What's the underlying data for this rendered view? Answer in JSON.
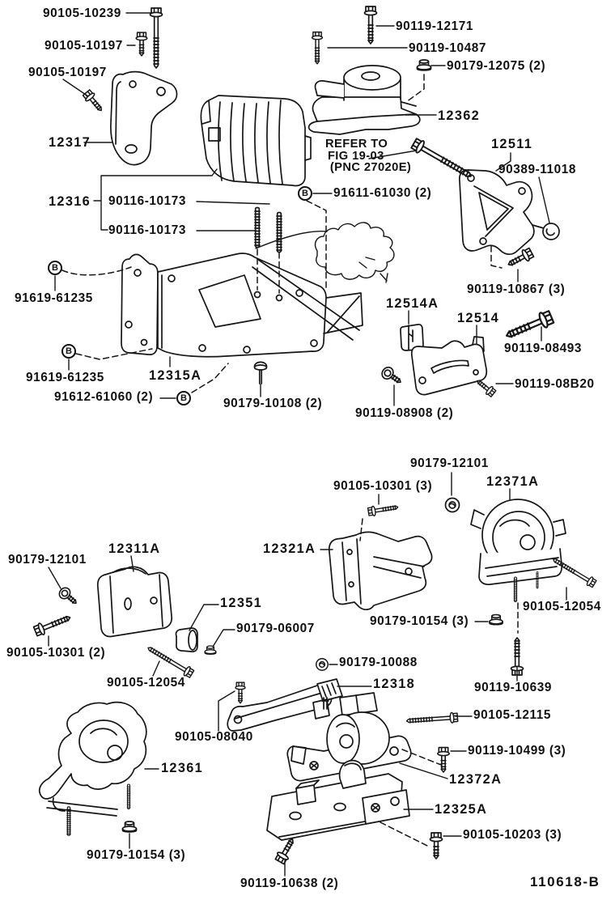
{
  "diagram": {
    "doc_number": "110618-B",
    "connector_mark": "B",
    "note": {
      "line1": "REFER TO",
      "line2": "FIG 19-03",
      "line3": "(PNC 27020E)"
    },
    "callouts": [
      {
        "text": "90105-10239",
        "kind": "hardware"
      },
      {
        "text": "90105-10197",
        "kind": "hardware"
      },
      {
        "text": "90105-10197",
        "kind": "hardware"
      },
      {
        "text": "12317",
        "kind": "part"
      },
      {
        "text": "12316",
        "kind": "part"
      },
      {
        "text": "90116-10173",
        "kind": "hardware"
      },
      {
        "text": "90116-10173",
        "kind": "hardware"
      },
      {
        "text": "90119-12171",
        "kind": "hardware"
      },
      {
        "text": "90119-10487",
        "kind": "hardware"
      },
      {
        "text": "90179-12075 (2)",
        "kind": "hardware"
      },
      {
        "text": "12362",
        "kind": "part"
      },
      {
        "text": "12511",
        "kind": "part"
      },
      {
        "text": "90389-11018",
        "kind": "hardware"
      },
      {
        "text": "91611-61030 (2)",
        "kind": "hardware"
      },
      {
        "text": "91619-61235",
        "kind": "hardware"
      },
      {
        "text": "90119-10867 (3)",
        "kind": "hardware"
      },
      {
        "text": "12514A",
        "kind": "part"
      },
      {
        "text": "12514",
        "kind": "part"
      },
      {
        "text": "90119-08493",
        "kind": "hardware"
      },
      {
        "text": "91619-61235",
        "kind": "hardware"
      },
      {
        "text": "12315A",
        "kind": "part"
      },
      {
        "text": "91612-61060 (2)",
        "kind": "hardware"
      },
      {
        "text": "90179-10108 (2)",
        "kind": "hardware"
      },
      {
        "text": "90119-08908 (2)",
        "kind": "hardware"
      },
      {
        "text": "90119-08B20",
        "kind": "hardware"
      },
      {
        "text": "90179-12101",
        "kind": "hardware"
      },
      {
        "text": "90105-10301 (3)",
        "kind": "hardware"
      },
      {
        "text": "12371A",
        "kind": "part"
      },
      {
        "text": "90179-12101",
        "kind": "hardware"
      },
      {
        "text": "12311A",
        "kind": "part"
      },
      {
        "text": "12321A",
        "kind": "part"
      },
      {
        "text": "12351",
        "kind": "part"
      },
      {
        "text": "90179-06007",
        "kind": "hardware"
      },
      {
        "text": "90105-10301 (2)",
        "kind": "hardware"
      },
      {
        "text": "90105-12054",
        "kind": "hardware"
      },
      {
        "text": "90179-10154 (3)",
        "kind": "hardware"
      },
      {
        "text": "90105-12054",
        "kind": "hardware"
      },
      {
        "text": "90179-10088",
        "kind": "hardware"
      },
      {
        "text": "12318",
        "kind": "part"
      },
      {
        "text": "90119-10639",
        "kind": "hardware"
      },
      {
        "text": "90105-12115",
        "kind": "hardware"
      },
      {
        "text": "90105-08040",
        "kind": "hardware"
      },
      {
        "text": "90119-10499 (3)",
        "kind": "hardware"
      },
      {
        "text": "12372A",
        "kind": "part"
      },
      {
        "text": "12361",
        "kind": "part"
      },
      {
        "text": "12325A",
        "kind": "part"
      },
      {
        "text": "90179-10154 (3)",
        "kind": "hardware"
      },
      {
        "text": "90105-10203 (3)",
        "kind": "hardware"
      },
      {
        "text": "90119-10638 (2)",
        "kind": "hardware"
      }
    ],
    "colors": {
      "line": "#161616",
      "background": "#ffffff"
    }
  }
}
